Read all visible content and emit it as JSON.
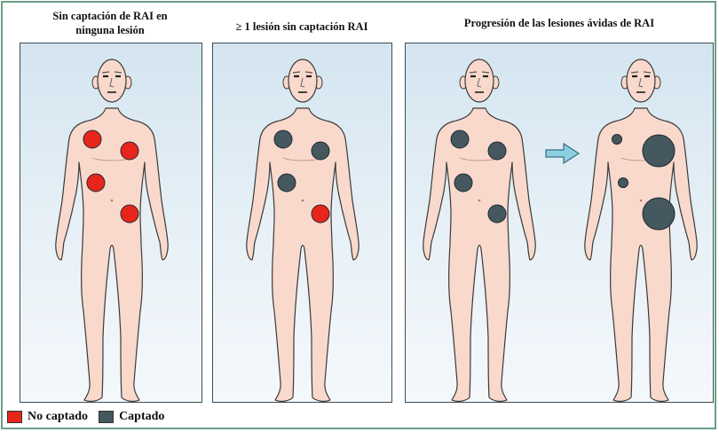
{
  "colors": {
    "no_captado": "#e8251b",
    "captado": "#45575f",
    "skin": "#f9d9cc",
    "outline": "#3a3a3a"
  },
  "panels": [
    {
      "title_line1": "Sin captación de RAI en",
      "title_line2": "ninguna lesión"
    },
    {
      "title": "≥ 1 lesión sin captación RAI"
    },
    {
      "title": "Progresión de las lesiones ávidas de RAI"
    }
  ],
  "legend": {
    "no_captado": "No captado",
    "captado": "Captado"
  },
  "bodies": [
    {
      "lesions": [
        {
          "type": "no_captado",
          "size": "medium"
        },
        {
          "type": "no_captado",
          "size": "medium"
        },
        {
          "type": "no_captado",
          "size": "medium"
        },
        {
          "type": "no_captado",
          "size": "medium"
        }
      ]
    },
    {
      "lesions": [
        {
          "type": "captado",
          "size": "medium"
        },
        {
          "type": "captado",
          "size": "medium"
        },
        {
          "type": "captado",
          "size": "medium"
        },
        {
          "type": "no_captado",
          "size": "medium"
        }
      ]
    },
    {
      "lesions": [
        {
          "type": "captado",
          "size": "medium"
        },
        {
          "type": "captado",
          "size": "medium"
        },
        {
          "type": "captado",
          "size": "medium"
        },
        {
          "type": "captado",
          "size": "medium"
        }
      ]
    },
    {
      "lesions": [
        {
          "type": "captado",
          "size": "small"
        },
        {
          "type": "captado",
          "size": "large"
        },
        {
          "type": "captado",
          "size": "small"
        },
        {
          "type": "captado",
          "size": "large"
        }
      ]
    }
  ]
}
